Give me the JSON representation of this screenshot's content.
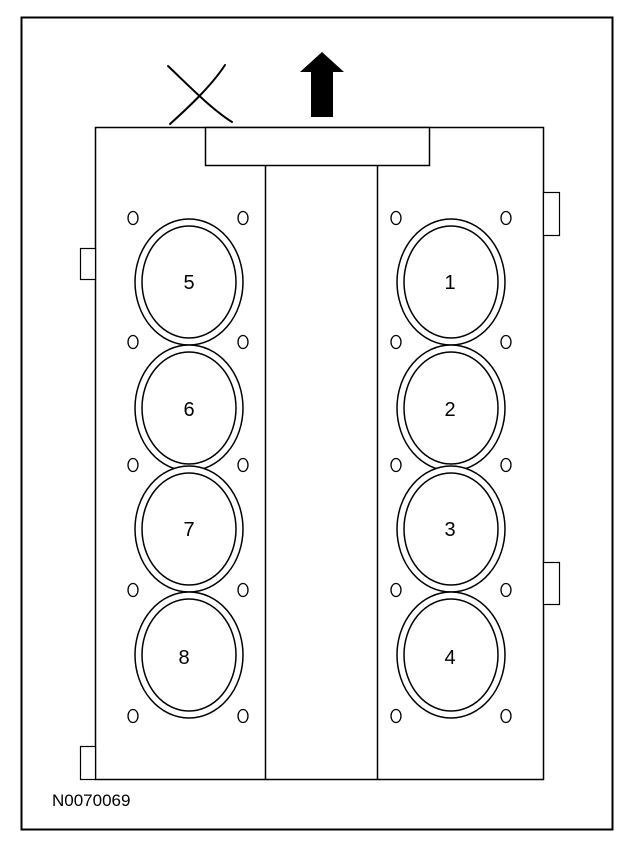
{
  "figure_id": "N0070069",
  "cylinders": {
    "left_bank": [
      "5",
      "6",
      "7",
      "8"
    ],
    "right_bank": [
      "1",
      "2",
      "3",
      "4"
    ]
  },
  "colors": {
    "line": "#000000",
    "background": "#ffffff"
  },
  "symbols": {
    "front_arrow": "up-arrow-icon",
    "cross_mark": "x-mark-icon"
  }
}
